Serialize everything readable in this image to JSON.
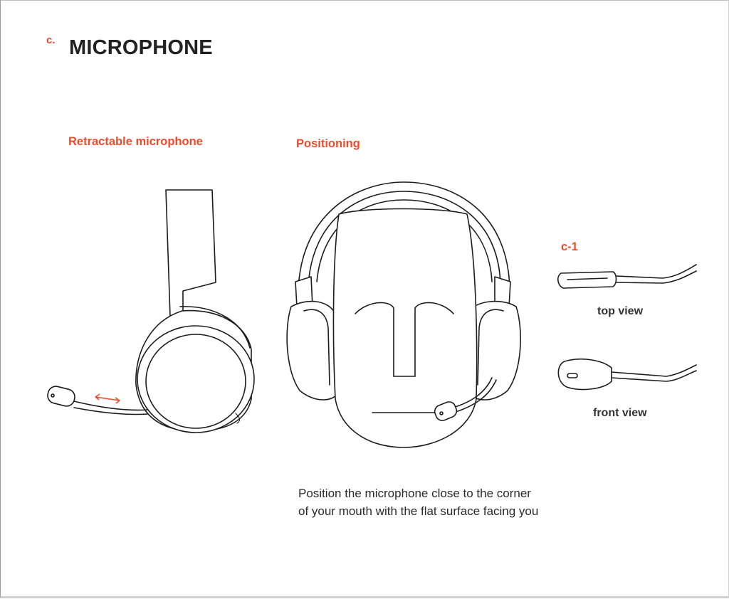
{
  "section": {
    "letter": "c.",
    "title": "MICROPHONE"
  },
  "captions": {
    "retractable": "Retractable microphone",
    "positioning": "Positioning",
    "detail_id": "c-1"
  },
  "views": {
    "top": "top view",
    "front": "front view"
  },
  "instruction": "Position the microphone close to the corner of your mouth with the flat surface facing you",
  "colors": {
    "accent": "#ee4b2b",
    "text": "#222222",
    "line": "#1c1c1c"
  }
}
